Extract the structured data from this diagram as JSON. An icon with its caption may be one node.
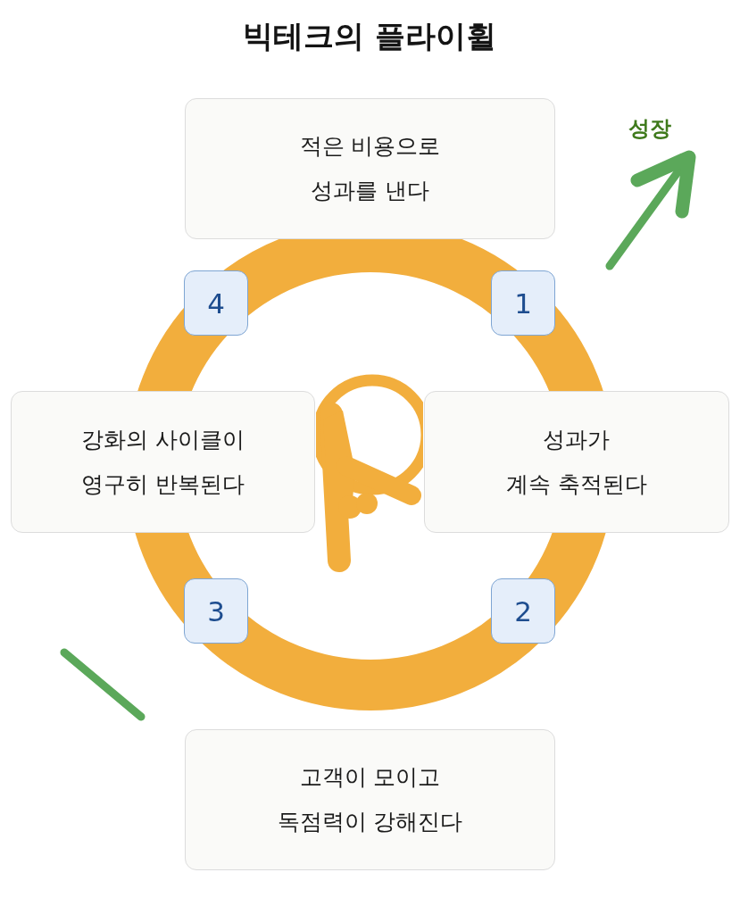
{
  "diagram": {
    "title": "빅테크의 플라이휠",
    "nodes": [
      {
        "text": [
          "적은 비용으로 성과를 낸다"
        ]
      },
      {
        "text": [
          "4"
        ]
      },
      {
        "text": [
          "1"
        ]
      },
      {
        "text": [
          "강화의 사이클이 영구히 반복된다"
        ]
      },
      {
        "text": [
          "성과가 계속 축적된다"
        ]
      },
      {
        "text": [
          "3"
        ]
      },
      {
        "text": [
          "2"
        ]
      },
      {
        "text": [
          "고객이 모이고 독점력이 강해진다"
        ]
      }
    ],
    "labels": [
      "성장"
    ]
  }
}
